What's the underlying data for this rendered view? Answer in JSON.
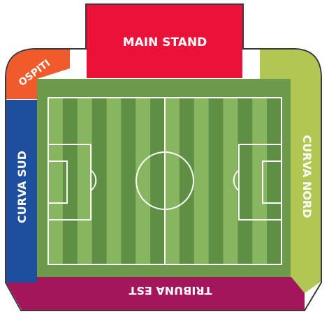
{
  "sections": {
    "main_stand": {
      "label": "MAIN STAND",
      "color": "#ec1138"
    },
    "ospiti": {
      "label": "OSPITI",
      "color": "#f15a2b"
    },
    "curva_sud": {
      "label": "CURVA SUD",
      "color": "#1d4f9e"
    },
    "curva_nord": {
      "label": "CURVA NORD",
      "color": "#b2c654"
    },
    "tribuna_est": {
      "label": "TRIBUNA EST",
      "color": "#a4165c"
    }
  },
  "pitch": {
    "border_color": "#6c9a4a",
    "stripe_light": "#88b560",
    "stripe_dark": "#5f8f45",
    "line_color": "#ffffff"
  },
  "outline_color": "#3a3a3a"
}
